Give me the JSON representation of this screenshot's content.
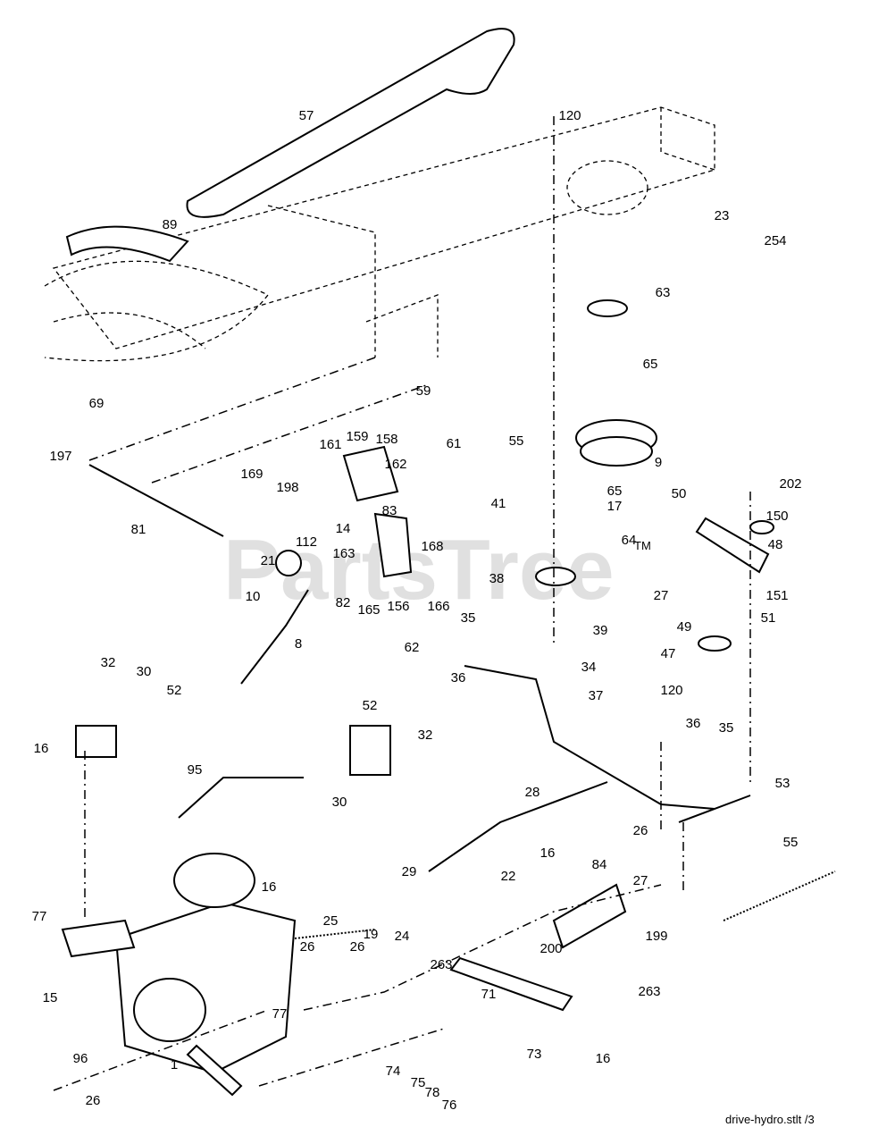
{
  "watermark": "PartsTree",
  "watermark_tm": "TM",
  "caption": "drive-hydro.stlt /3",
  "labels": [
    "57",
    "120",
    "89",
    "23",
    "254",
    "63",
    "65",
    "59",
    "69",
    "61",
    "55",
    "9",
    "197",
    "161",
    "159",
    "158",
    "169",
    "198",
    "162",
    "41",
    "65",
    "17",
    "202",
    "50",
    "150",
    "81",
    "112",
    "14",
    "83",
    "163",
    "168",
    "64",
    "48",
    "21",
    "38",
    "10",
    "82",
    "165",
    "156",
    "166",
    "27",
    "151",
    "51",
    "35",
    "39",
    "49",
    "8",
    "62",
    "47",
    "32",
    "30",
    "36",
    "34",
    "120",
    "52",
    "37",
    "16",
    "52",
    "32",
    "35",
    "36",
    "95",
    "30",
    "53",
    "28",
    "26",
    "29",
    "22",
    "16",
    "84",
    "27",
    "55",
    "16",
    "77",
    "25",
    "19",
    "24",
    "26",
    "26",
    "199",
    "263",
    "200",
    "15",
    "71",
    "263",
    "77",
    "96",
    "74",
    "75",
    "78",
    "73",
    "16",
    "1",
    "76",
    "26"
  ]
}
